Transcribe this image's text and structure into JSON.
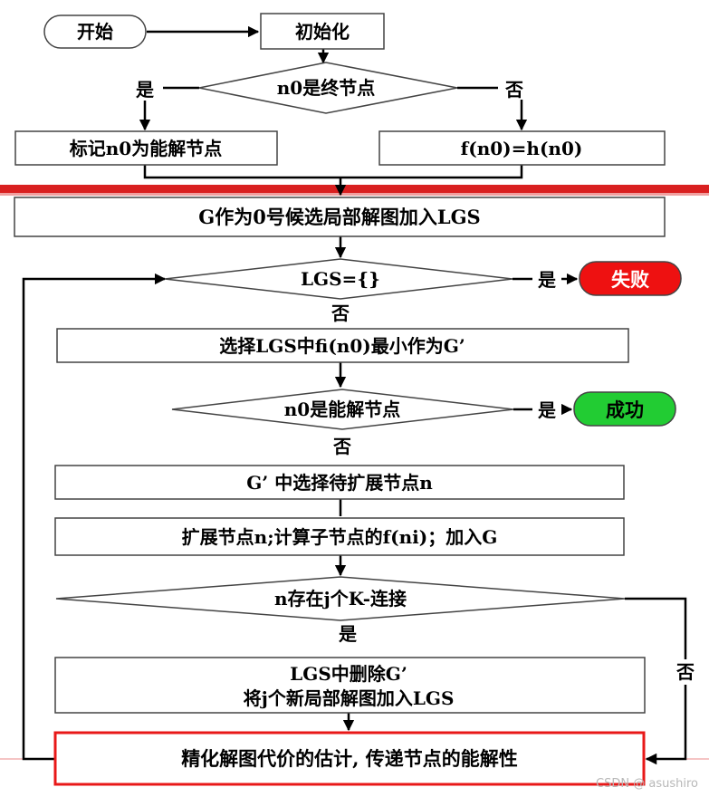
{
  "flowchart": {
    "start": "开始",
    "init": "初始化",
    "check_terminal": "n0是终节点",
    "yes_left": "是",
    "no_right": "否",
    "mark_solvable": "标记n0为能解节点",
    "f_equals_h": "f(n0)=h(n0)",
    "add_G_to_LGS": "G作为0号候选局部解图加入LGS",
    "lgs_empty": "LGS={}",
    "yes_fail_label": "是",
    "fail": "失败",
    "no_lgs": "否",
    "select_min": "选择LGS中fi(n0)最小作为G’",
    "n0_solvable": "n0是能解节点",
    "yes_success_label": "是",
    "success": "成功",
    "no_solvable": "否",
    "select_expand": "G’ 中选择待扩展节点n",
    "expand_node": "扩展节点n;计算子节点的f(ni)；加入G",
    "k_connector": "n存在j个K-连接",
    "yes_k": "是",
    "no_k": "否",
    "remove_G_line1": "LGS中删除G’",
    "remove_G_line2": "将j个新局部解图加入LGS",
    "refine": "精化解图代价的估计, 传递节点的能解性"
  },
  "colors": {
    "red_bar": "#d92020",
    "fail_fill": "#ee1111",
    "success_fill": "#22cc33",
    "refine_border": "#e81818"
  },
  "watermark": "CSDN @ asushiro"
}
